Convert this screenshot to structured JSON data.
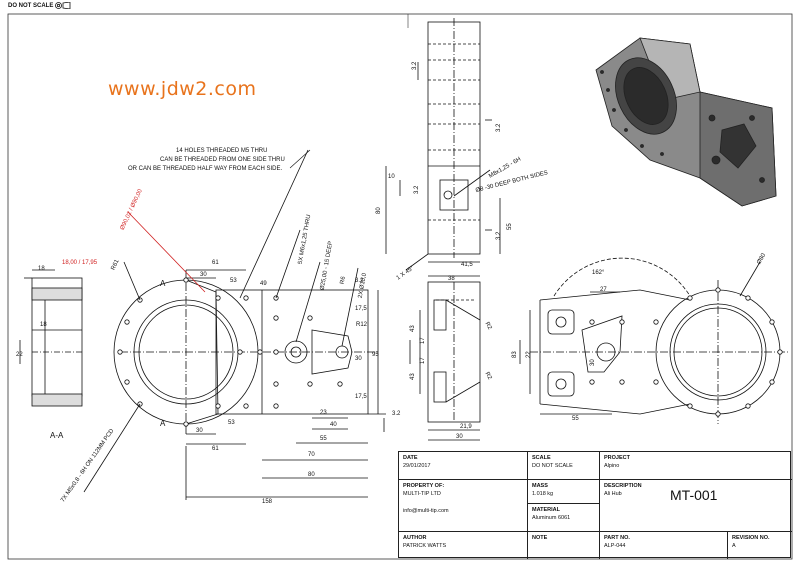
{
  "header": {
    "do_not_scale": "DO NOT SCALE"
  },
  "watermark": "www.jdw2.com",
  "notes": {
    "holes_line1": "14 HOLES THREADED M5 THRU",
    "holes_line2": "CAN BE THREADED FROM ONE SIDE THRU",
    "holes_line3": "OR CAN BE THREADED HALF WAY FROM EACH SIDE.",
    "pcd": "7X M5x0,8 - 6H ON 112MM PCD",
    "thru": "5X M6x1,25 THRU",
    "deep15": "Ø25,00 - 15 DEEP",
    "deep30": "Ø8 -30 DEEP BOTH SIDES",
    "m8": "M8x1,25 - 6H",
    "tol_red": "Ø90,02 / Ø90,00",
    "tol_left": "18,00 / 17,95",
    "chamfer": "1 X 45°",
    "section": "A-A",
    "angle": "162°",
    "dia": "Ø80"
  },
  "dims": {
    "d18a": "18",
    "d18b": "18",
    "d22": "22",
    "r61": "R61",
    "d61a": "61",
    "d53a": "53",
    "d30a": "30",
    "d49": "49",
    "r6": "R6",
    "d2x": "2X Ø10,0",
    "d32a": "3.2",
    "r12": "R12",
    "d30b": "30",
    "d95": "95",
    "d175a": "17,5",
    "d175b": "17,5",
    "d30c": "30",
    "d53b": "53",
    "d61b": "61",
    "d23": "23",
    "d40": "40",
    "d55a": "55",
    "d70": "70",
    "d80": "80",
    "d158": "158",
    "d32b": "3.2",
    "d32c": "3.2",
    "d32d": "3.2",
    "d32e": "3.2",
    "d10": "10",
    "d32f": "3.2",
    "d80b": "80",
    "d55b": "55",
    "d415": "41,5",
    "d38": "38",
    "d43a": "43",
    "d43b": "43",
    "d17a": "17",
    "d17b": "17",
    "r2a": "R2",
    "r2b": "R2",
    "d219": "21,9",
    "d30d": "30",
    "d27": "27",
    "d83": "83",
    "d22b": "22",
    "d30e": "30",
    "d55c": "55",
    "A": "A"
  },
  "title_block": {
    "date_label": "DATE",
    "date": "29/01/2017",
    "scale_label": "SCALE",
    "scale": "DO NOT SCALE",
    "project_label": "PROJECT",
    "project": "Alpino",
    "property_label": "PROPERTY OF:",
    "property": "MULTI-TIP LTD",
    "email": "info@multi-tip.com",
    "mass_label": "MASS",
    "mass": "1.018 kg",
    "desc_label": "DESCRIPTION",
    "desc": "Ali Hub",
    "material_label": "MATERIAL",
    "material": "Aluminum 6061",
    "part_big": "MT-001",
    "author_label": "AUTHOR",
    "author": "PATRICK WATTS",
    "note_label": "NOTE",
    "partno_label": "PART NO.",
    "partno": "ALP-044",
    "rev_label": "REVISION NO.",
    "rev": "A"
  }
}
